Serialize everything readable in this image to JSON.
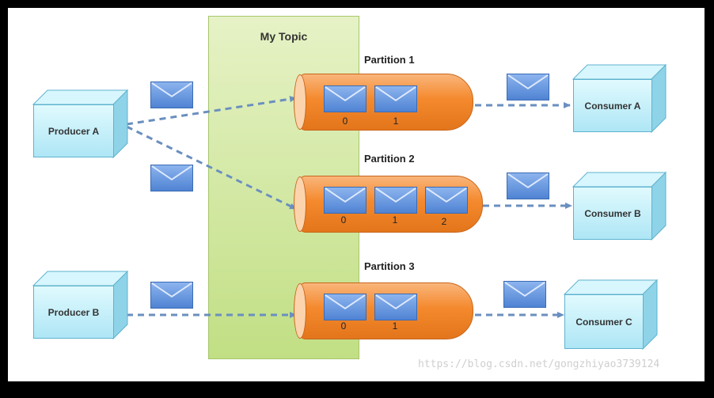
{
  "topic": {
    "title": "My Topic"
  },
  "partitions": [
    {
      "label": "Partition 1",
      "offsets": [
        "0",
        "1"
      ]
    },
    {
      "label": "Partition 2",
      "offsets": [
        "0",
        "1",
        "2"
      ]
    },
    {
      "label": "Partition 3",
      "offsets": [
        "0",
        "1"
      ]
    }
  ],
  "producers": [
    {
      "label": "Producer A"
    },
    {
      "label": "Producer B"
    }
  ],
  "consumers": [
    {
      "label": "Consumer A"
    },
    {
      "label": "Consumer B"
    },
    {
      "label": "Consumer C"
    }
  ],
  "colors": {
    "topic": "#c9e38f",
    "partition": "#f4892d",
    "message": "#5b8fdb",
    "box": "#c5f0fb",
    "arrow": "#6a8fbf"
  },
  "watermark": "https://blog.csdn.net/gongzhiyao3739124"
}
